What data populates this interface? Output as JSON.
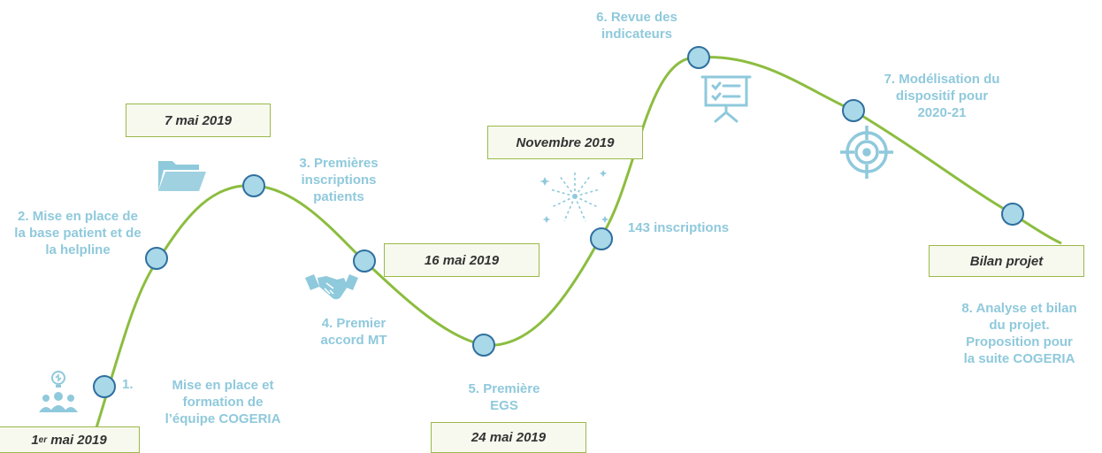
{
  "colors": {
    "curve": "#8cbd3f",
    "node_fill": "#a9d8e8",
    "node_stroke": "#2f6f9f",
    "step_text": "#8fc9dc",
    "icon": "#8fc9dc",
    "box_border": "#9ab84a",
    "box_fill": "#f7f9ee",
    "box_text": "#333333"
  },
  "dates": {
    "d1_ordinal": "er",
    "d1_pre": "1",
    "d1_post": " mai 2019",
    "d2": "7 mai 2019",
    "d3": "16 mai 2019",
    "d4": "24 mai 2019",
    "d5": "Novembre 2019",
    "d6": "Bilan projet"
  },
  "steps": {
    "s1_num": "1.",
    "s1": "Mise en place et\nformation de\nl’équipe COGERIA",
    "s2": "2. Mise en place de\nla base patient et de\nla helpline",
    "s3": "3. Premières\ninscriptions\npatients",
    "s4": "4. Premier\naccord MT",
    "s5": "5. Première\nEGS",
    "s6": "6. Revue des\nindicateurs",
    "s7": "7. Modélisation  du\ndispositif pour\n2020-21",
    "s8": "8. Analyse et bilan\ndu projet.\nProposition pour\nla suite COGERIA",
    "inscriptions": "143 inscriptions"
  },
  "icons": [
    "team-idea-icon",
    "folder-icon",
    "handshake-icon",
    "fireworks-icon",
    "presentation-board-icon",
    "target-icon"
  ]
}
